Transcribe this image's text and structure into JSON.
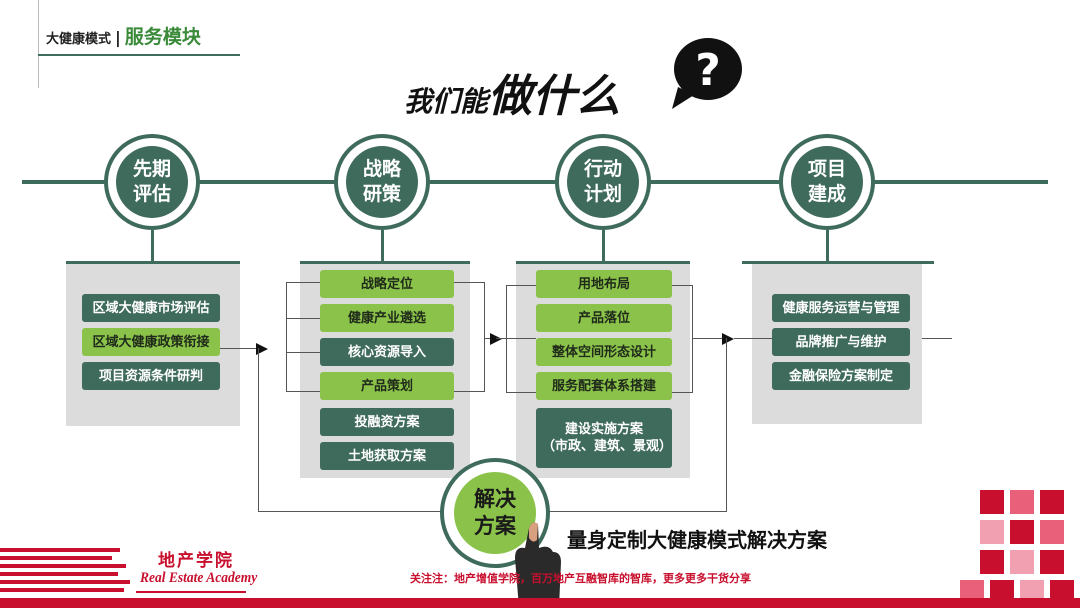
{
  "header": {
    "subtitle": "大健康模式",
    "separator": "|",
    "title": "服务模块"
  },
  "title": {
    "small": "我们能",
    "big": "做什么"
  },
  "bubble_icon": "speech-bubble-question-icon",
  "stages": [
    {
      "label": "先期\n评估",
      "items": [
        {
          "text": "区域大健康市场评估",
          "style": "dark"
        },
        {
          "text": "区域大健康政策衔接",
          "style": "green"
        },
        {
          "text": "项目资源条件研判",
          "style": "dark"
        }
      ]
    },
    {
      "label": "战略\n研策",
      "items": [
        {
          "text": "战略定位",
          "style": "green"
        },
        {
          "text": "健康产业遴选",
          "style": "green"
        },
        {
          "text": "核心资源导入",
          "style": "dark"
        },
        {
          "text": "产品策划",
          "style": "green"
        },
        {
          "text": "投融资方案",
          "style": "dark"
        },
        {
          "text": "土地获取方案",
          "style": "dark"
        }
      ]
    },
    {
      "label": "行动\n计划",
      "items": [
        {
          "text": "用地布局",
          "style": "green"
        },
        {
          "text": "产品落位",
          "style": "green"
        },
        {
          "text": "整体空间形态设计",
          "style": "green"
        },
        {
          "text": "服务配套体系搭建",
          "style": "green"
        },
        {
          "text": "建设实施方案\n（市政、建筑、景观）",
          "style": "dark"
        }
      ]
    },
    {
      "label": "项目\n建成",
      "items": [
        {
          "text": "健康服务运营与管理",
          "style": "dark"
        },
        {
          "text": "品牌推广与维护",
          "style": "dark"
        },
        {
          "text": "金融保险方案制定",
          "style": "dark"
        }
      ]
    }
  ],
  "solution": {
    "label": "解决\n方案",
    "caption": "量身定制大健康模式解决方案"
  },
  "footer": {
    "academy_cn": "地产学院",
    "academy_en": "Real Estate Academy",
    "notice": "关注注：地产增值学院，百万地产互融智库的智库，更多更多干货分享"
  },
  "colors": {
    "dark_green": "#3f6b5c",
    "light_green": "#8bc34a",
    "panel_gray": "#dcdcdc",
    "brand_red": "#c8102e"
  }
}
